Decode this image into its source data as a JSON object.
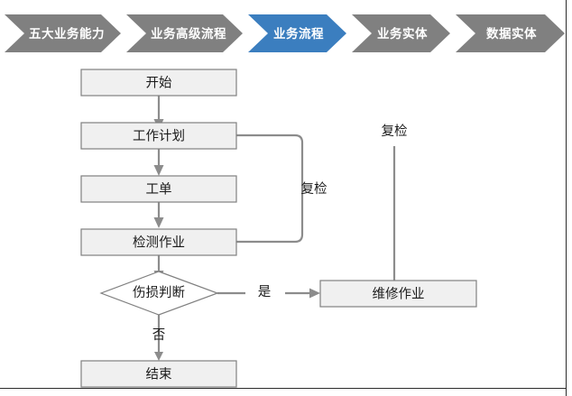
{
  "breadcrumb": {
    "active_index": 2,
    "active_color": "#3b7ebf",
    "inactive_color": "#808080",
    "steps": [
      {
        "label": "五大业务能力",
        "active": false
      },
      {
        "label": "业务高级流程",
        "active": false
      },
      {
        "label": "业务流程",
        "active": true
      },
      {
        "label": "业务实体",
        "active": false
      },
      {
        "label": "数据实体",
        "active": false
      }
    ]
  },
  "flowchart": {
    "type": "flowchart",
    "node_fill": "#f0f0f0",
    "node_stroke": "#808080",
    "edge_color": "#8c8c8c",
    "nodes": [
      {
        "id": "start",
        "label": "开始",
        "shape": "rect"
      },
      {
        "id": "workplan",
        "label": "工作计划",
        "shape": "rect"
      },
      {
        "id": "workorder",
        "label": "工单",
        "shape": "rect"
      },
      {
        "id": "inspection",
        "label": "检测作业",
        "shape": "rect"
      },
      {
        "id": "decision",
        "label": "伤损判断",
        "shape": "diamond"
      },
      {
        "id": "repair",
        "label": "维修作业",
        "shape": "rect"
      },
      {
        "id": "end",
        "label": "结束",
        "shape": "rect"
      }
    ],
    "edge_labels": {
      "yes": "是",
      "no": "否",
      "recheck_inner": "复检",
      "recheck_outer": "复检"
    },
    "edges": [
      {
        "from": "start",
        "to": "workplan",
        "label": ""
      },
      {
        "from": "workplan",
        "to": "workorder",
        "label": ""
      },
      {
        "from": "workorder",
        "to": "inspection",
        "label": ""
      },
      {
        "from": "inspection",
        "to": "decision",
        "label": ""
      },
      {
        "from": "inspection",
        "to": "workplan",
        "label": "复检"
      },
      {
        "from": "decision",
        "to": "repair",
        "label": "是"
      },
      {
        "from": "decision",
        "to": "end",
        "label": "否"
      },
      {
        "from": "repair",
        "to": "workplan",
        "label": "复检"
      }
    ]
  }
}
